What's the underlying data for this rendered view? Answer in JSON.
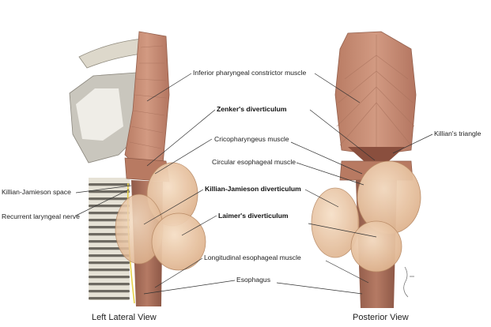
{
  "labels": {
    "inferior_constrictor": "Inferior pharyngeal constrictor muscle",
    "zenker": "Zenker's diverticulum",
    "killians_triangle": "Killian's triangle",
    "cricopharyngeus": "Cricopharyngeus muscle",
    "circular_esophageal": "Circular esophageal muscle",
    "killian_jamieson_space": "Killian-Jamieson space",
    "killian_jamieson_diverticulum": "Killian-Jamieson diverticulum",
    "recurrent_laryngeal": "Recurrent laryngeal nerve",
    "laimer": "Laimer's diverticulum",
    "longitudinal_esophageal": "Longitudinal esophageal muscle",
    "esophagus": "Esophagus"
  },
  "captions": {
    "left": "Left Lateral View",
    "right": "Posterior View"
  },
  "colors": {
    "muscle": "#c58f78",
    "muscle_dark": "#a86a55",
    "pouch": "#ecc8a4",
    "pouch_edge": "#b98b66",
    "cartilage": "#e8e4da",
    "nerve": "#e8d24a"
  }
}
